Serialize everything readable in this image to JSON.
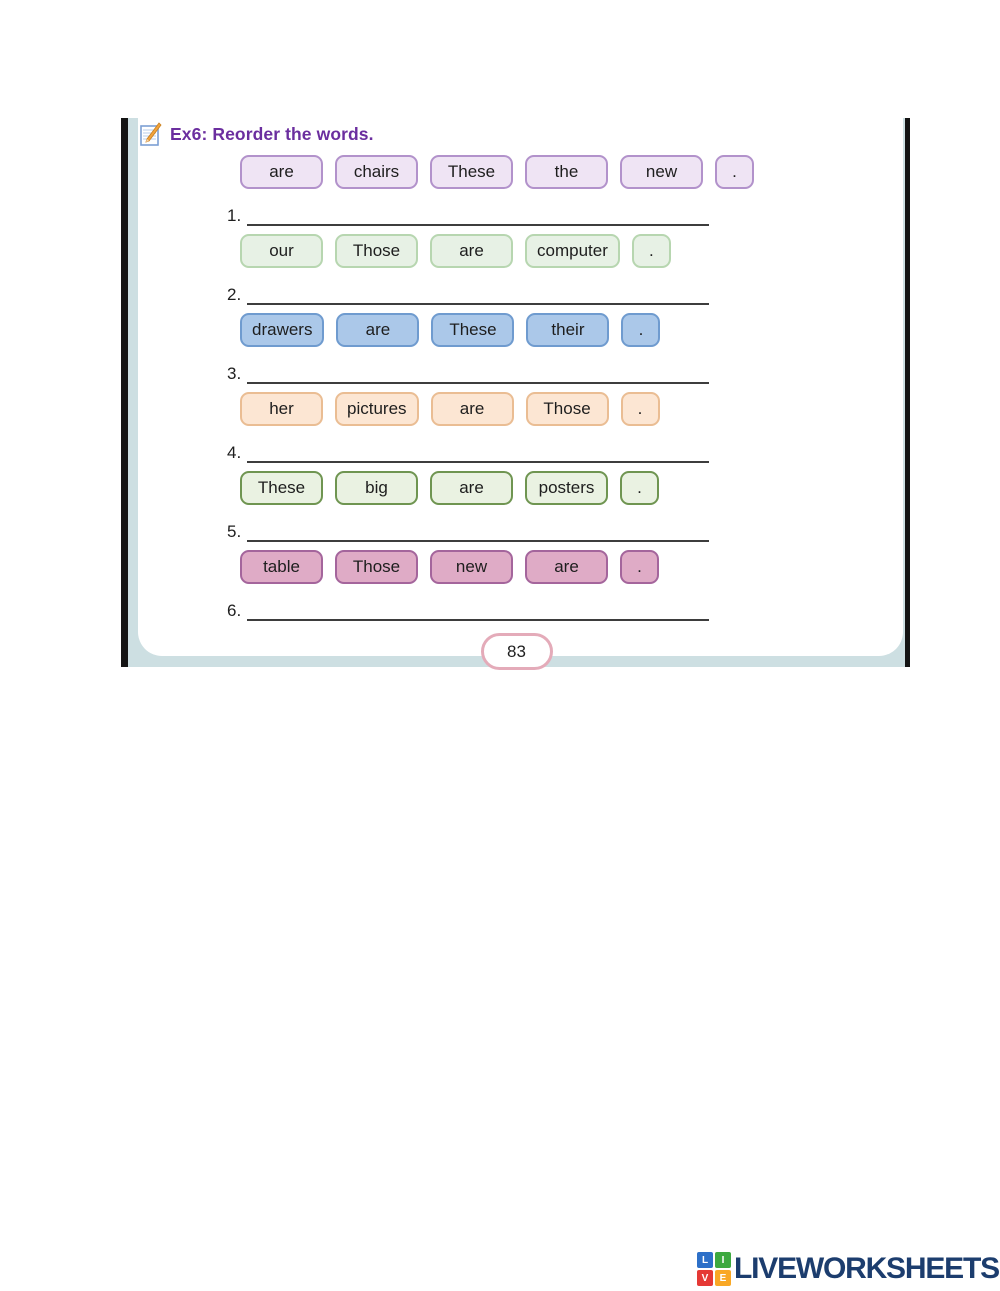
{
  "exercise": {
    "title": "Ex6: Reorder the words.",
    "icon": "pencil-notepad-icon",
    "items": [
      {
        "number": "1.",
        "words": [
          "are",
          "chairs",
          "These",
          "the",
          "new",
          "."
        ],
        "fill": "#efe4f4",
        "border": "#b292cb"
      },
      {
        "number": "2.",
        "words": [
          "our",
          "Those",
          "are",
          "computer",
          "."
        ],
        "fill": "#e7f1e5",
        "border": "#b7d6b0"
      },
      {
        "number": "3.",
        "words": [
          "drawers",
          "are",
          "These",
          "their",
          "."
        ],
        "fill": "#abc8e9",
        "border": "#6f9bcf"
      },
      {
        "number": "4.",
        "words": [
          "her",
          "pictures",
          "are",
          "Those",
          "."
        ],
        "fill": "#fce6d3",
        "border": "#eabd93"
      },
      {
        "number": "5.",
        "words": [
          "These",
          "big",
          "are",
          "posters",
          "."
        ],
        "fill": "#eaf2e2",
        "border": "#6f9551"
      },
      {
        "number": "6.",
        "words": [
          "table",
          "Those",
          "new",
          "are",
          "."
        ],
        "fill": "#dfabc6",
        "border": "#a4659c"
      }
    ]
  },
  "page_number": "83",
  "footer": {
    "brand": "LIVEWORKSHEETS",
    "brand_color": "#1c3d6e",
    "logo_squares": [
      {
        "letter": "L",
        "color": "#2d70c8"
      },
      {
        "letter": "I",
        "color": "#3da93f"
      },
      {
        "letter": "V",
        "color": "#e53935"
      },
      {
        "letter": "E",
        "color": "#f9a825"
      }
    ]
  },
  "colors": {
    "title": "#6b2e9f",
    "page_backing": "#cddfe2",
    "frame_bars": "#141414",
    "pill_border": "#e4abb9"
  }
}
